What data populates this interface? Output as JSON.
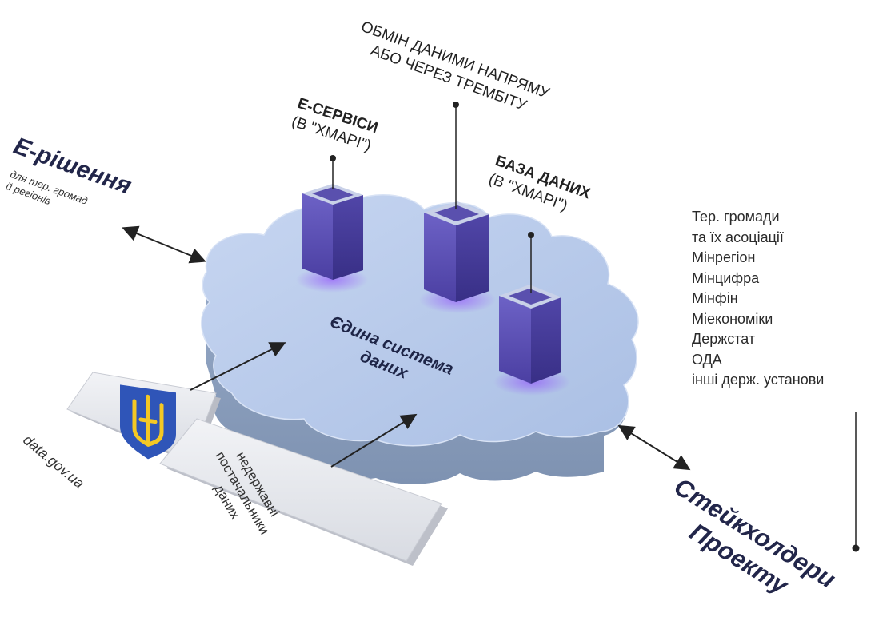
{
  "labels": {
    "e_solutions_title": "Е-рішення",
    "e_solutions_sub": [
      "для тер. громад",
      "й регіонів"
    ],
    "e_services": [
      "Е-СЕРВІСИ",
      "(В \"ХМАРІ\")"
    ],
    "data_exchange": [
      "ОБМІН ДАНИМИ НАПРЯМУ",
      "АБО ЧЕРЕЗ ТРЕМБІТУ"
    ],
    "database": [
      "БАЗА ДАНИХ",
      "(В \"ХМАРІ\")"
    ],
    "cloud_title": [
      "Єдина система",
      "даних"
    ],
    "data_gov": "data.gov.ua",
    "non_gov_providers": [
      "недержавні",
      "постачальники",
      "даних"
    ],
    "stakeholders_title": [
      "Стейкхолдери",
      "Проекту"
    ]
  },
  "stakeholders": [
    "Тер. громади",
    "та їх асоціації",
    "Мінрегіон",
    "Мінцифра",
    "Мінфін",
    "Міекономіки",
    "Держстат",
    "ОДА",
    "інші держ. установи"
  ],
  "colors": {
    "cloud_top": "#b8cbec",
    "cloud_side": "#8ea4c4",
    "pillar": "#5b4fb3",
    "pillar_dark": "#3f3592",
    "pillar_cap": "#c9d1e8",
    "accent_text": "#22264a"
  },
  "icons": {
    "coat_of_arms": "trident-icon"
  }
}
